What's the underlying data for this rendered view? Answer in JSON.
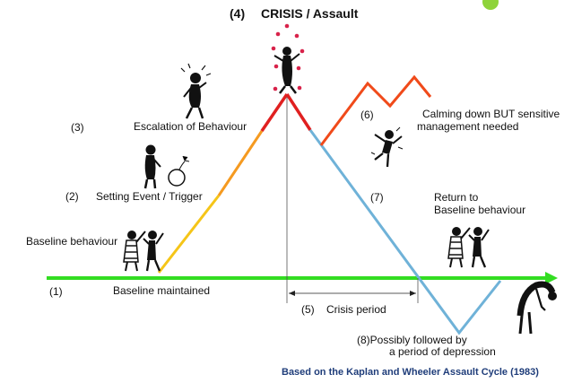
{
  "title": {
    "number": "(4)",
    "text": "CRISIS / Assault"
  },
  "stages": {
    "s1": {
      "number": "(1)",
      "text": "Baseline maintained"
    },
    "baseline_behaviour": "Baseline behaviour",
    "s2": {
      "number": "(2)",
      "text": "Setting Event / Trigger"
    },
    "s3": {
      "number": "(3)",
      "text": "Escalation of Behaviour"
    },
    "s5": {
      "number": "(5)",
      "text": "Crisis period"
    },
    "s6": {
      "number": "(6)",
      "line1": "Calming down BUT sensitive",
      "line2": "management needed"
    },
    "s7": {
      "number": "(7)",
      "line1": "Return to",
      "line2": "Baseline behaviour"
    },
    "s8": {
      "line1": "(8)Possibly followed by",
      "line2": "a period of depression"
    }
  },
  "credit": "Based on the Kaplan and Wheeler Assault Cycle (1983)",
  "colors": {
    "baseline": "#33dd22",
    "trigger": "#f5c518",
    "escalation": "#f59a20",
    "crisis": "#e02020",
    "recovery": "#6fb2d8",
    "calming": "#f04a1a",
    "credit": "#1f3d7a",
    "green_dot": "#8ed33a"
  },
  "icons": [
    "juggling-figure-icon",
    "angry-figure-icon",
    "figure-with-bomb-icon",
    "dancing-figure-icon",
    "two-figures-icon",
    "bowing-figure-icon"
  ]
}
